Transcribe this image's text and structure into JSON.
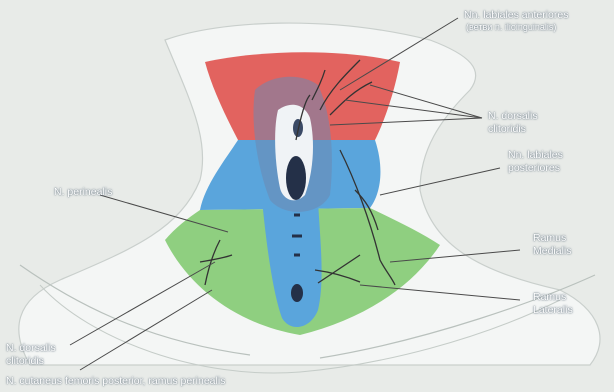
{
  "figure": {
    "labels": {
      "nn_labiales_anteriores": "Nn. labiales anteriores",
      "nn_labiales_anteriores_sub": "(ветви n. ilioinguinalis)",
      "n_dorsalis_clitoridis_right_1": "N. dorsalis",
      "n_dorsalis_clitoridis_right_2": "clitoridis",
      "nn_labiales_posteriores_1": "Nn. labiales",
      "nn_labiales_posteriores_2": "posteriores",
      "n_perinealis": "N. perinealis",
      "ramus_medialis_1": "Ramus",
      "ramus_medialis_2": "Medialis",
      "ramus_lateralis_1": "Ramus",
      "ramus_lateralis_2": "Lateralis",
      "n_dorsalis_clitoridis_left_1": "N. dorsalis",
      "n_dorsalis_clitoridis_left_2": "clitoridis",
      "n_cutaneus_femoris_posterior": "N. cutaneus femoris posterior, ramus perinealis"
    },
    "region_colors": {
      "anterior_zone": "#e2635f",
      "middle_zone": "#5aa5dc",
      "posterior_zone": "#8fcf80",
      "skin": "#f3f5f4",
      "nerve": "#333333"
    }
  }
}
